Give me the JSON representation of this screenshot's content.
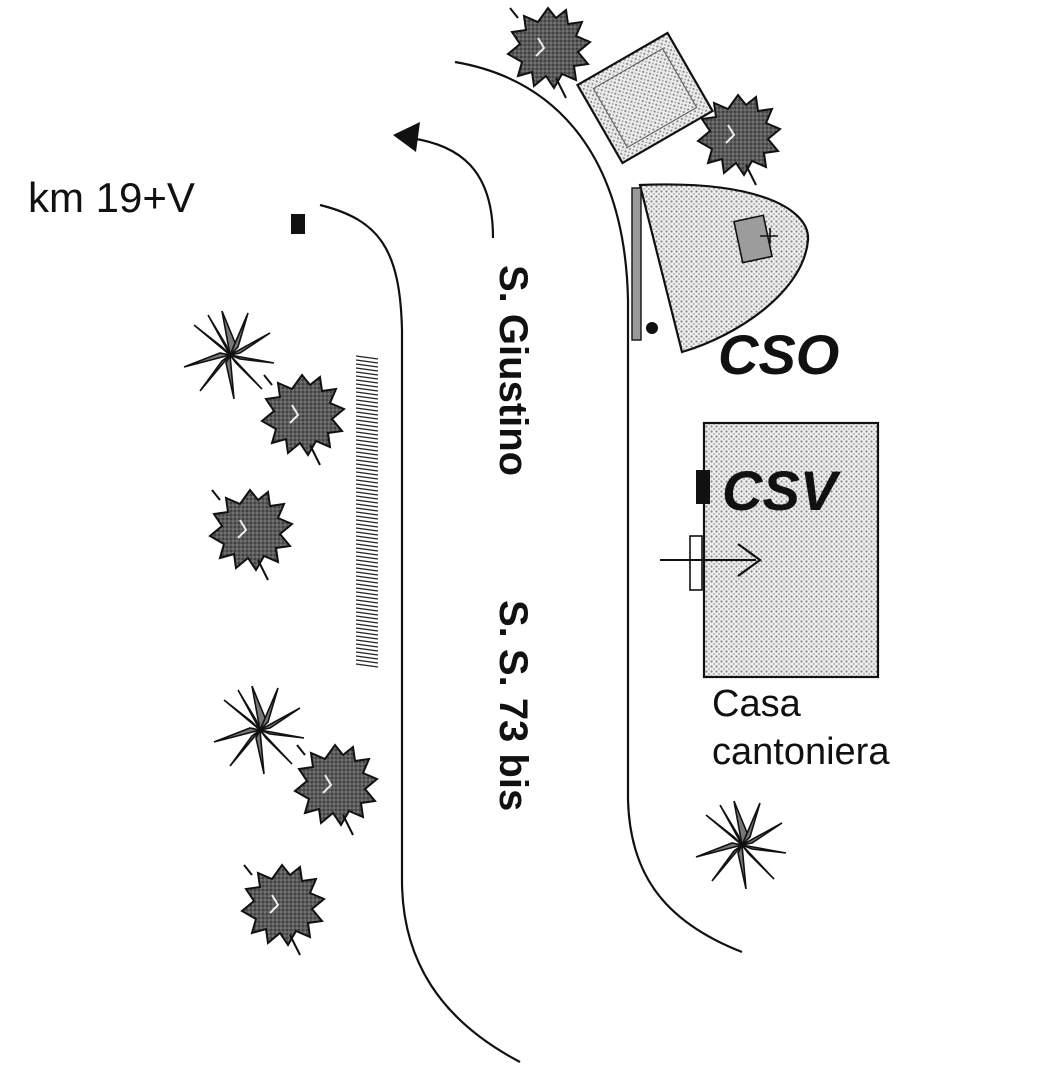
{
  "labels": {
    "km_marker": "km 19+V",
    "road_name_1": "S. Giustino",
    "road_name_2": "S. S. 73 bis",
    "cso": "CSO",
    "csv": "CSV",
    "casa_line1": "Casa",
    "casa_line2": "cantoniera"
  },
  "colors": {
    "ink": "#111111",
    "stipple_light": "#cfcfcf",
    "stipple_building": "#d6d6d6",
    "tree_fill": "#6e6e6e"
  },
  "icons": {
    "tree": "tree-icon",
    "palm": "palm-icon",
    "direction": "arrow-icon"
  }
}
